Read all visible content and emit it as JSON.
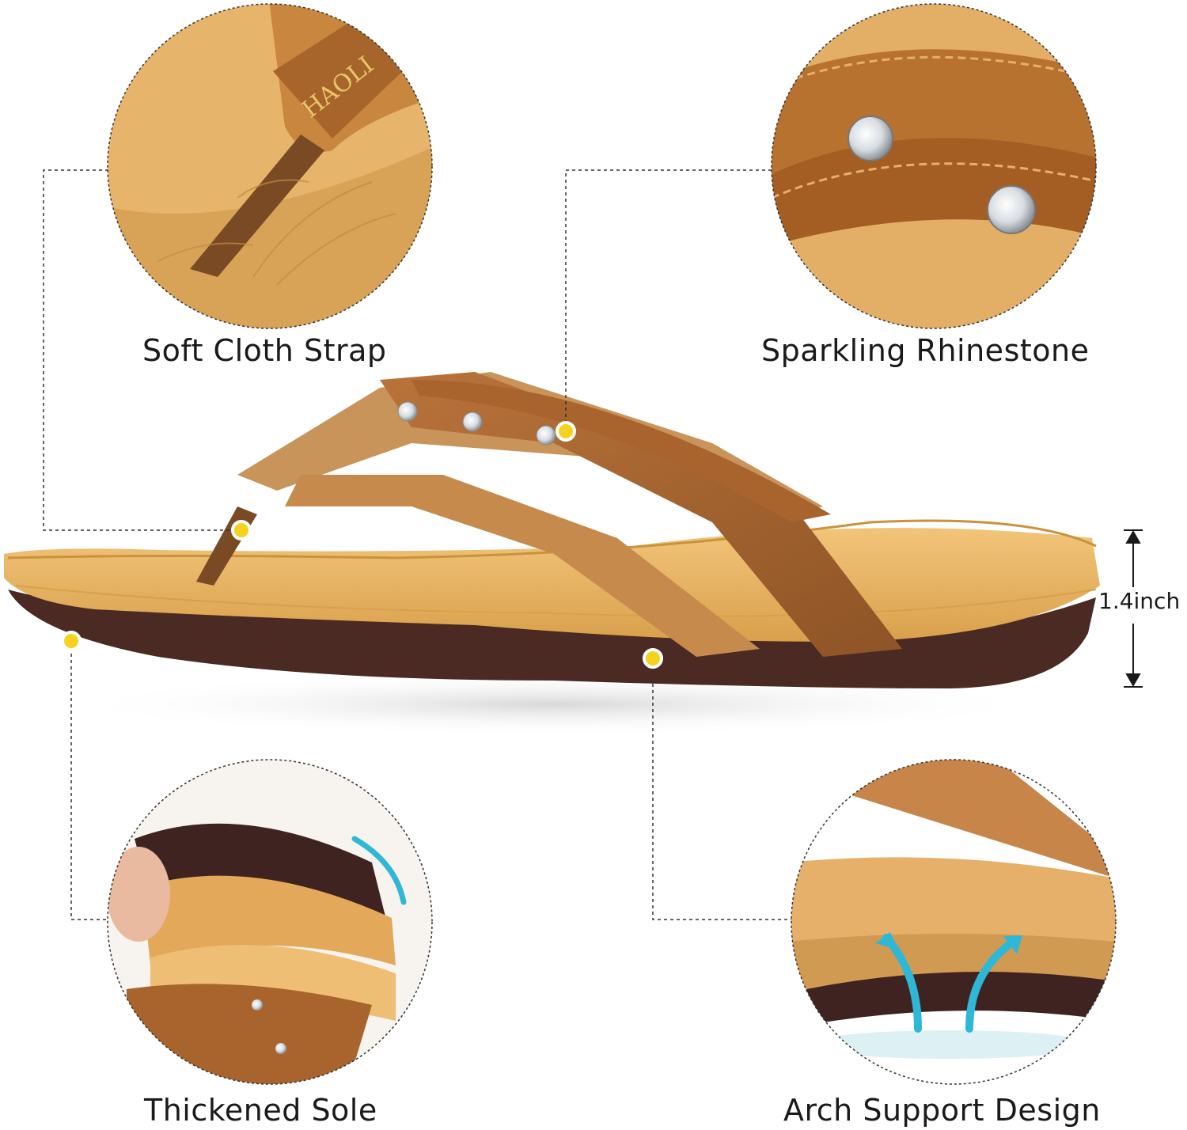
{
  "callouts": {
    "strap": "Soft Cloth Strap",
    "rhinestone": "Sparkling Rhinestone",
    "sole": "Thickened Sole",
    "arch": "Arch Support Design"
  },
  "dimension": {
    "height_label": "1.4inch"
  },
  "brand_text": "HAOLI",
  "colors": {
    "insole": "#E9B764",
    "insole_dark": "#C9923E",
    "outsole": "#4A2A22",
    "strap_light": "#C8945A",
    "strap_dark": "#A8642C",
    "marker": "#F5D21E",
    "arrow": "#2FB7D6"
  }
}
